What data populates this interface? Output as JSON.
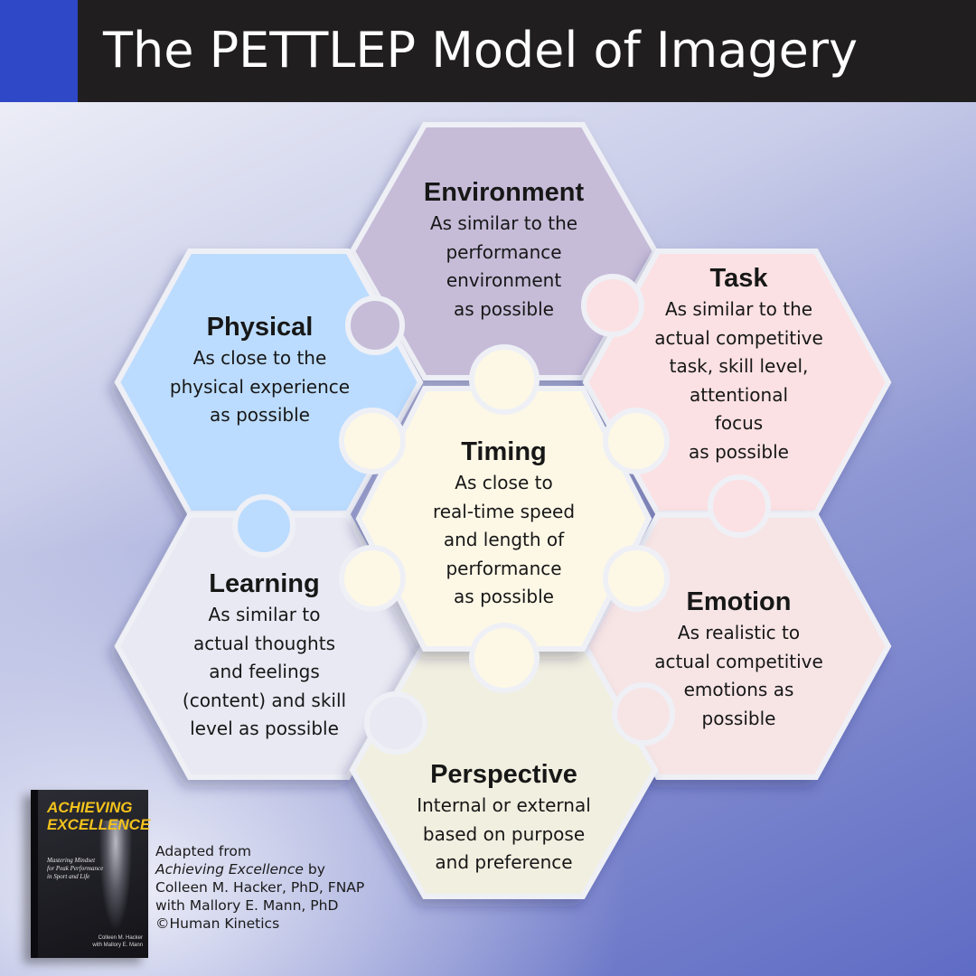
{
  "title": "The PETTLEP Model of Imagery",
  "colors": {
    "title_bar": "#201e1f",
    "title_accent": "#2f48c8",
    "physical": "#bcdcff",
    "environment": "#c6bcd8",
    "task": "#fbe1e3",
    "timing": "#fdf8e6",
    "learning": "#e8e9f3",
    "emotion": "#f7e5e6",
    "perspective": "#f1efe0"
  },
  "pieces": {
    "environment": {
      "heading": "Environment",
      "desc": "As similar to the\nperformance\nenvironment\nas possible"
    },
    "physical": {
      "heading": "Physical",
      "desc": "As close to the\nphysical experience\nas possible"
    },
    "task": {
      "heading": "Task",
      "desc": "As similar to the\nactual competitive\ntask, skill level,\nattentional\nfocus\nas possible"
    },
    "timing": {
      "heading": "Timing",
      "desc": "As close to\nreal-time speed\nand length of\nperformance\nas possible"
    },
    "learning": {
      "heading": "Learning",
      "desc": "As similar to\nactual thoughts\nand feelings\n(content) and skill\nlevel as possible"
    },
    "emotion": {
      "heading": "Emotion",
      "desc": "As realistic to\nactual competitive\nemotions as\npossible"
    },
    "perspective": {
      "heading": "Perspective",
      "desc": "Internal or external\nbased on purpose\nand preference"
    }
  },
  "book": {
    "title": "ACHIEVING\nEXCELLENCE",
    "subtitle": "Mastering Mindset\nfor Peak Performance\nin Sport and Life",
    "authors": "Colleen M. Hacker\nwith Mallory E. Mann"
  },
  "credit": {
    "line1": "Adapted from",
    "book_title": "Achieving Excellence",
    "by": " by",
    "line3": "Colleen M. Hacker, PhD, FNAP",
    "line4": "with Mallory E. Mann, PhD",
    "line5": "©Human Kinetics"
  }
}
